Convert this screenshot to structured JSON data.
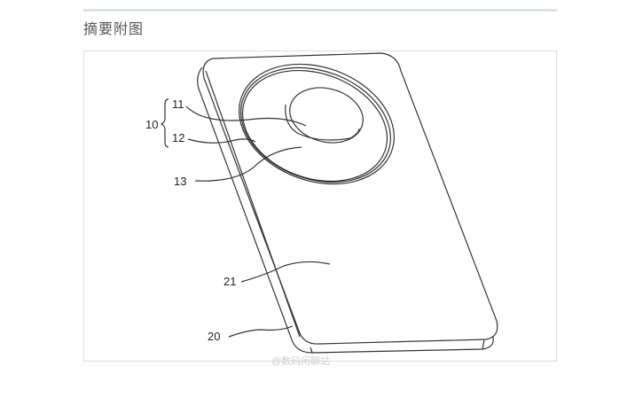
{
  "section_title": "摘要附图",
  "figure": {
    "labels": [
      "10",
      "11",
      "12",
      "13",
      "20",
      "21"
    ]
  },
  "watermark": "@数码闲聊站"
}
